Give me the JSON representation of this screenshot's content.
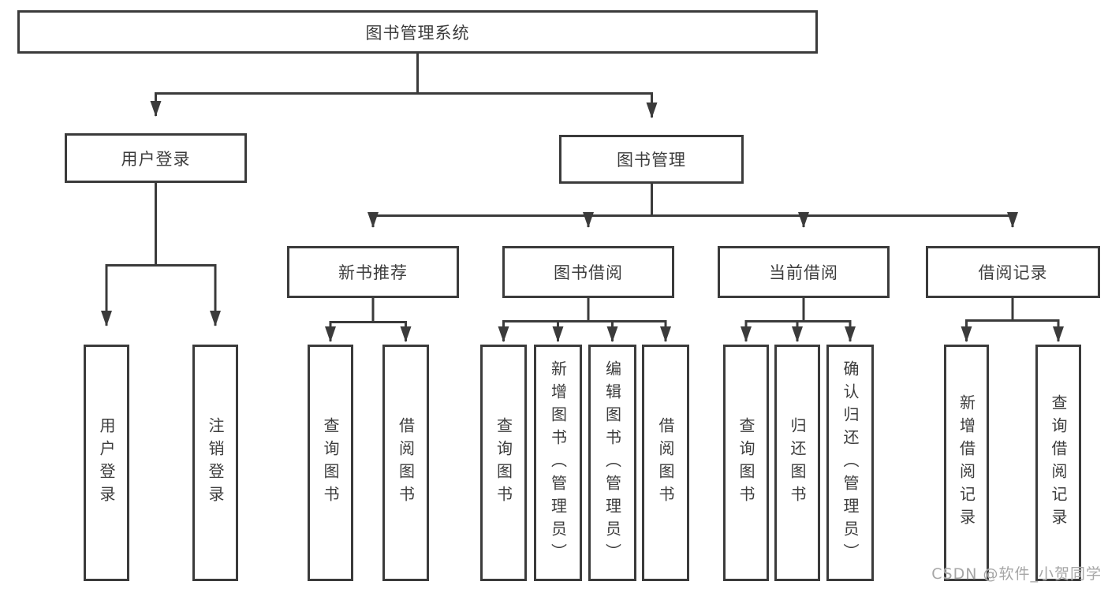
{
  "tree": {
    "root": {
      "label": "图书管理系统"
    },
    "branches": [
      {
        "label": "用户登录",
        "children": [
          {
            "label": "用户登录"
          },
          {
            "label": "注销登录"
          }
        ]
      },
      {
        "label": "图书管理",
        "sections": [
          {
            "label": "新书推荐",
            "children": [
              {
                "label": "查询图书"
              },
              {
                "label": "借阅图书"
              }
            ]
          },
          {
            "label": "图书借阅",
            "children": [
              {
                "label": "查询图书"
              },
              {
                "label": "新增图书（管理员）"
              },
              {
                "label": "编辑图书（管理员）"
              },
              {
                "label": "借阅图书"
              }
            ]
          },
          {
            "label": "当前借阅",
            "children": [
              {
                "label": "查询图书"
              },
              {
                "label": "归还图书"
              },
              {
                "label": "确认归还（管理员）"
              }
            ]
          },
          {
            "label": "借阅记录",
            "children": [
              {
                "label": "新增借阅记录"
              },
              {
                "label": "查询借阅记录"
              }
            ]
          }
        ]
      }
    ]
  },
  "watermark": {
    "text": "CSDN @软件_小贺同学"
  },
  "colors": {
    "line": "#3b3b3b",
    "text": "#3d3d3d",
    "watermark": "#a6a6a6",
    "background": "#ffffff"
  }
}
